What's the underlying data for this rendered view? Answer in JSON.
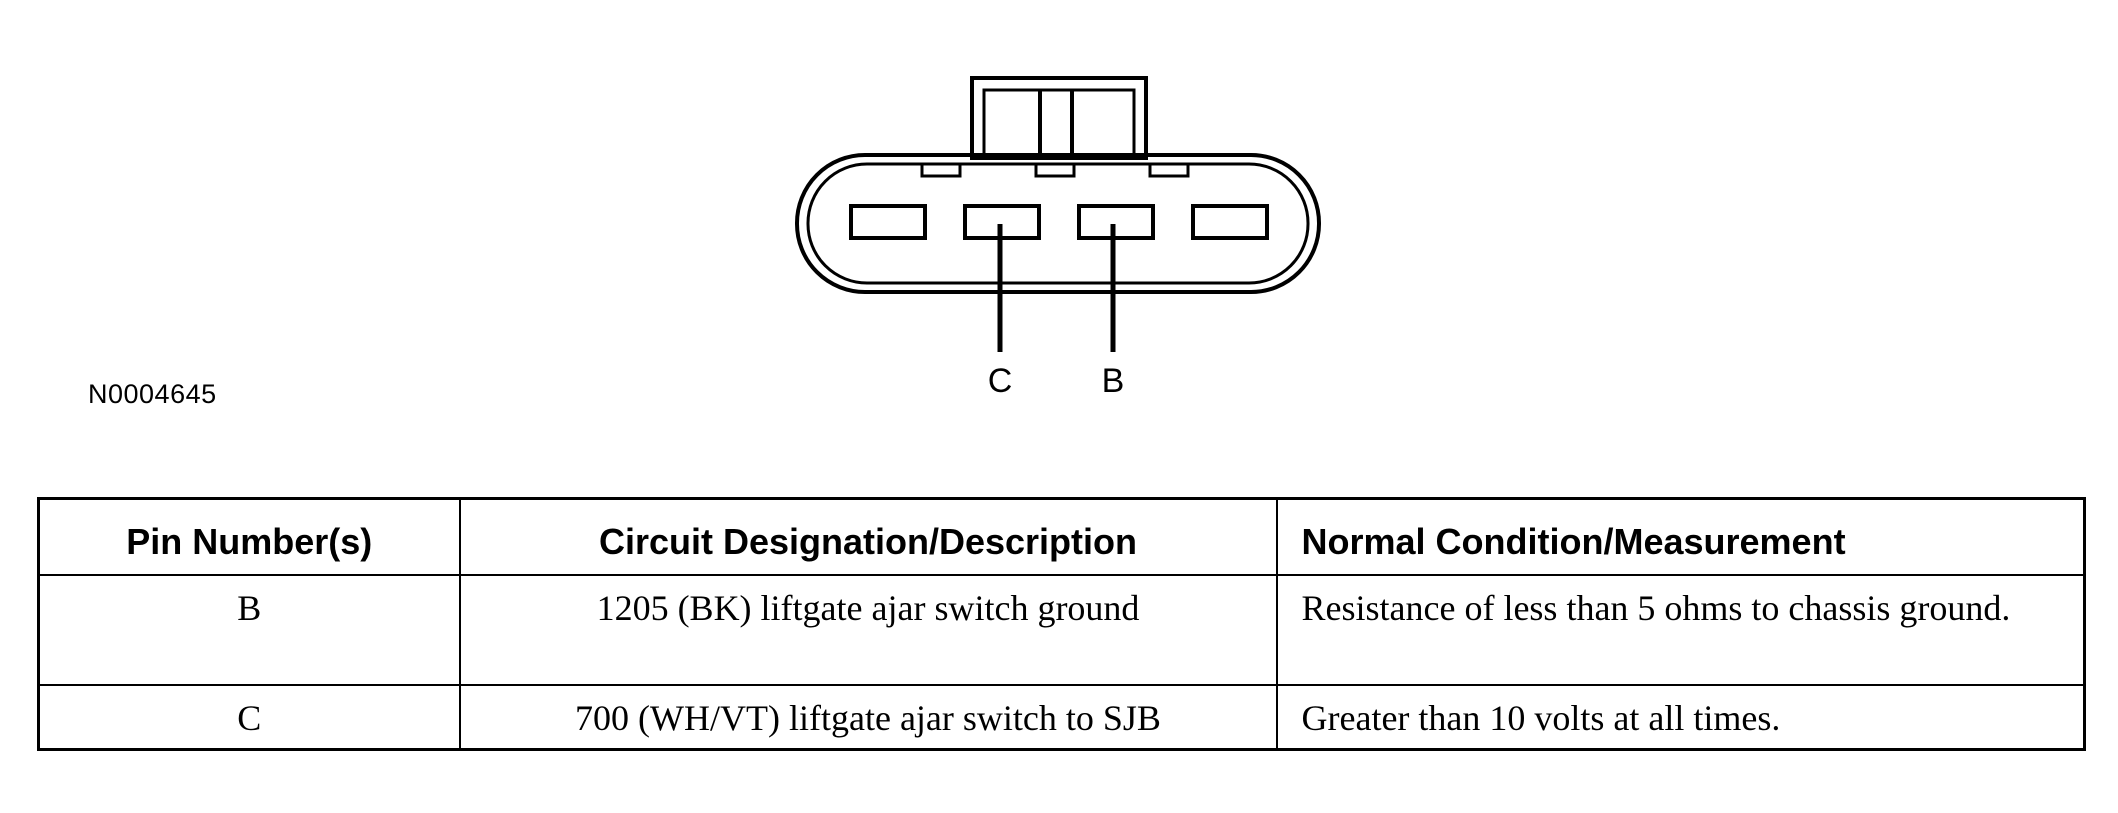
{
  "diagram": {
    "connector_reference": "N0004645",
    "pin_labels": [
      "C",
      "B"
    ]
  },
  "table": {
    "headers": [
      "Pin Number(s)",
      "Circuit Designation/Description",
      "Normal Condition/Measurement"
    ],
    "rows": [
      [
        "B",
        "1205 (BK) liftgate ajar switch ground",
        "Resistance of less than 5 ohms to chassis ground."
      ],
      [
        "C",
        "700 (WH/VT) liftgate ajar switch to SJB",
        "Greater than 10 volts at all times."
      ]
    ]
  }
}
